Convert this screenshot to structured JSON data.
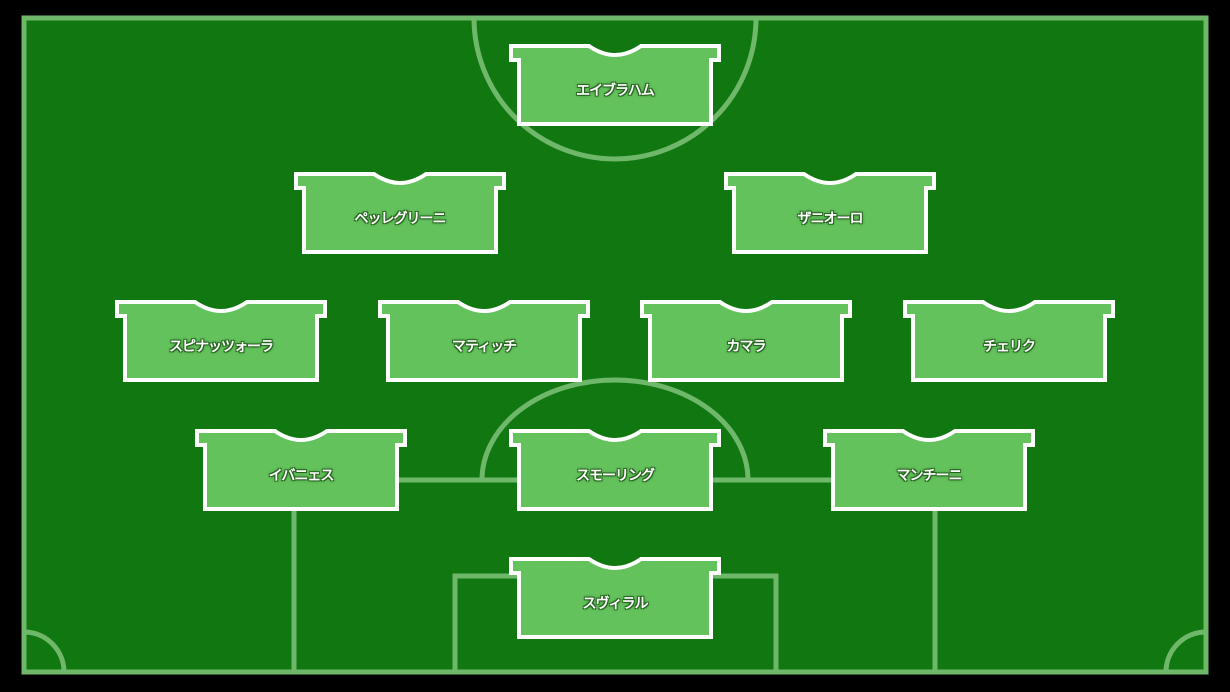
{
  "pitch": {
    "colors": {
      "grass": "#117711",
      "line": "#6fb86a",
      "jersey_fill": "#63c25c",
      "jersey_outline": "#ffffff",
      "background": "#000000"
    }
  },
  "formation": {
    "forward": [
      {
        "name": "エイブラハム"
      }
    ],
    "attacking_mid": [
      {
        "name": "ペッレグリーニ"
      },
      {
        "name": "ザニオーロ"
      }
    ],
    "midfield": [
      {
        "name": "スピナッツォーラ"
      },
      {
        "name": "マティッチ"
      },
      {
        "name": "カマラ"
      },
      {
        "name": "チェリク"
      }
    ],
    "defense": [
      {
        "name": "イバニェス"
      },
      {
        "name": "スモーリング"
      },
      {
        "name": "マンチーニ"
      }
    ],
    "goalkeeper": [
      {
        "name": "スヴィラル"
      }
    ]
  }
}
